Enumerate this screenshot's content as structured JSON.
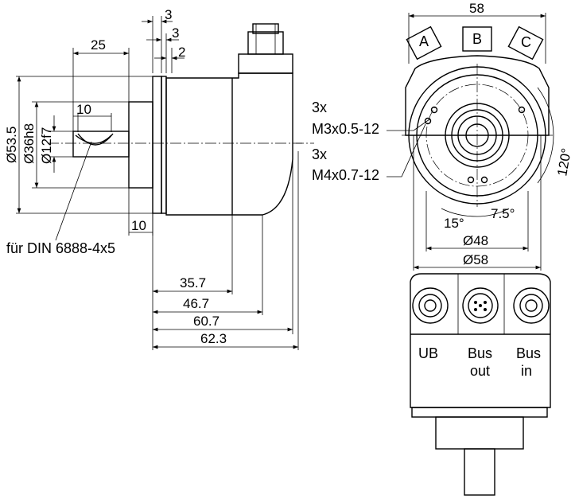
{
  "side_view": {
    "dims_top": [
      "3",
      "3",
      "2",
      "25"
    ],
    "dims_diam": [
      "Ø53.5",
      "Ø36h8",
      "Ø12f7"
    ],
    "dim_10_top": "10",
    "dim_10_bottom": "10",
    "note_din": "für DIN 6888-4x5",
    "dims_bottom": [
      "35.7",
      "46.7",
      "60.7",
      "62.3"
    ],
    "thread_1_qty": "3x",
    "thread_1": "M3x0.5-12",
    "thread_2_qty": "3x",
    "thread_2": "M4x0.7-12"
  },
  "front_view": {
    "width": "58",
    "connectors": [
      "A",
      "B",
      "C"
    ],
    "angle_120": "120°",
    "angle_15": "15°",
    "angle_7_5": "7.5°",
    "dia_48": "Ø48",
    "dia_58": "Ø58"
  },
  "bottom_view": {
    "labels": [
      {
        "line1": "UB",
        "line2": ""
      },
      {
        "line1": "Bus",
        "line2": "out"
      },
      {
        "line1": "Bus",
        "line2": "in"
      }
    ]
  }
}
